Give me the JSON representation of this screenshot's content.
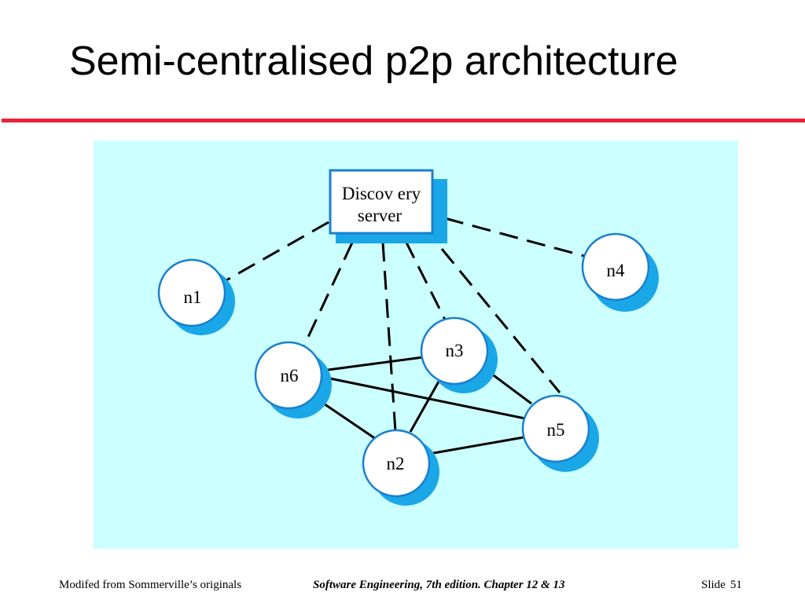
{
  "slide": {
    "title": "Semi-centralised p2p architecture",
    "footer": {
      "left": "Modifed from Sommerville’s originals",
      "center": "Software Engineering, 7th edition. Chapter 12 & 13",
      "slide_label": "Slide",
      "slide_number": "51"
    }
  },
  "colors": {
    "rule": "#e8233a",
    "panel_background": "#ccffff",
    "node_fill": "#ffffff",
    "node_shadow": "#1aa7e8",
    "node_border": "#1a7fd0",
    "line": "#000000"
  },
  "diagram": {
    "server": {
      "label_line1": "Discov ery",
      "label_line2": "server"
    },
    "nodes": [
      {
        "id": "n1",
        "label": "n1"
      },
      {
        "id": "n2",
        "label": "n2"
      },
      {
        "id": "n3",
        "label": "n3"
      },
      {
        "id": "n4",
        "label": "n4"
      },
      {
        "id": "n5",
        "label": "n5"
      },
      {
        "id": "n6",
        "label": "n6"
      }
    ],
    "server_links": [
      "n1",
      "n6",
      "n2",
      "n3",
      "n5",
      "n4"
    ],
    "peer_links": [
      [
        "n6",
        "n3"
      ],
      [
        "n6",
        "n5"
      ],
      [
        "n6",
        "n2"
      ],
      [
        "n3",
        "n2"
      ],
      [
        "n3",
        "n5"
      ],
      [
        "n2",
        "n5"
      ]
    ]
  }
}
